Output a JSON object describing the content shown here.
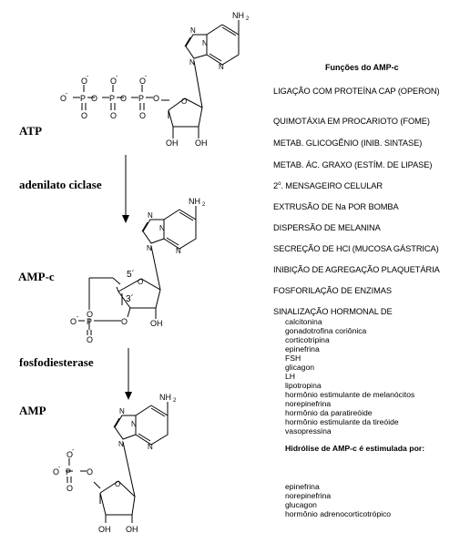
{
  "labels": {
    "atp": "ATP",
    "adenylate_cyclase": "adenilato ciclase",
    "camp": "AMP-c",
    "phosphodiesterase": "fosfodiesterase",
    "amp": "AMP"
  },
  "atoms": {
    "nh2": "NH",
    "sub2": "2",
    "o": "O",
    "p": "P",
    "n": "N",
    "oh": "OH",
    "minus": "-",
    "pos5": "5´",
    "pos3": "3´"
  },
  "functions": {
    "title": "Funções do AMP-c",
    "items": [
      "LIGAÇÃO COM PROTEÍNA CAP (OPERON)",
      "QUIMOTÁXIA EM PROCARIOTO (FOME)",
      "METAB. GLICOGÊNIO (INIB. SINTASE)",
      "METAB. ÁC. GRAXO (ESTÍM. DE LIPASE)",
      "2",
      "EXTRUSÃO DE Na POR BOMBA",
      "DISPERSÃO DE MELANINA",
      "SECREÇÃO DE HCl (MUCOSA GÁSTRICA)",
      "INIBIÇÃO DE AGREGAÇÃO PLAQUETÁRIA",
      "FOSFORILAÇÃO DE ENZIMAS",
      "SINALIZAÇÃO HORMONAL DE"
    ],
    "second_messenger_sup": "o",
    "second_messenger_rest": ". MENSAGEIRO CELULAR",
    "hormones": [
      "calcitonina",
      "gonadotrofina coriônica",
      "corticotripina",
      "epinefrina",
      "FSH",
      "glicagon",
      "LH",
      "lipotropina",
      "hormônio estimulante de melanócitos",
      "norepinefrina",
      "hormônio da paratireóide",
      "hormônio estimulante da tireóide",
      "vasopressina"
    ]
  },
  "hydrolysis": {
    "title": "Hidrólise de AMP-c é estimulada por:",
    "items": [
      "epinefrina",
      "norepinefrina",
      "glucagon",
      "hormônio adrenocorticotrópico"
    ]
  }
}
